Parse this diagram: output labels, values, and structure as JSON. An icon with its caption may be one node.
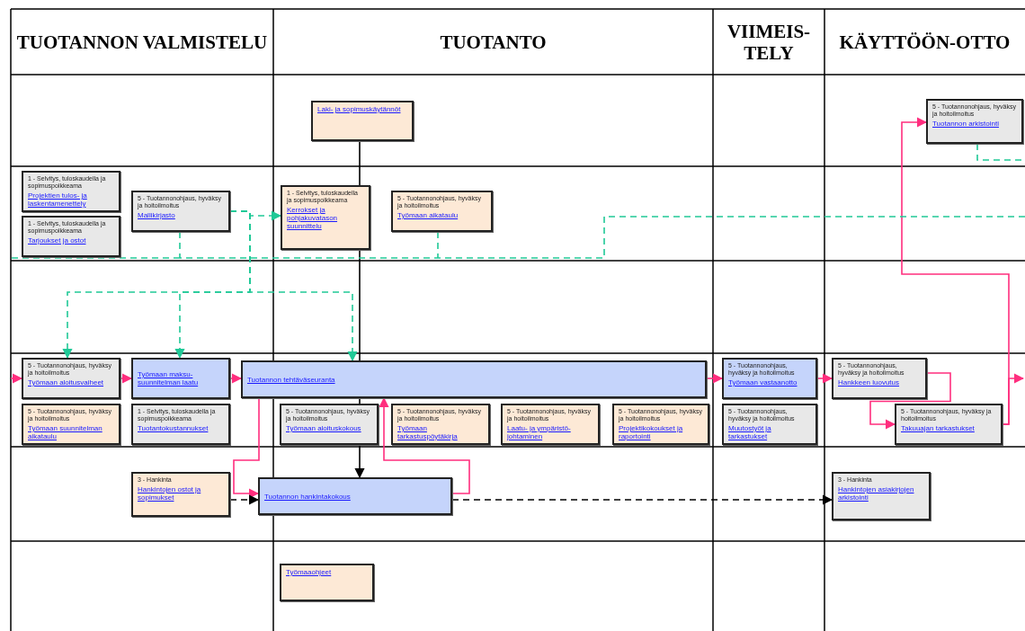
{
  "diagram": {
    "nodes": [
      {
        "text": [
          "Laki- ja sopimuskäytännöt"
        ]
      },
      {
        "text": [
          "1 - Selvitys, tuloskaudella ja sopimuspoikkeama",
          "Projektien tulos- ja laskentamenettely"
        ]
      },
      {
        "text": [
          "1 - Selvitys, tuloskaudella ja sopimuspoikkeama",
          "Tarjoukset ja ostot"
        ]
      },
      {
        "text": [
          "5 - Tuotannonohjaus, hyväksy ja hoitoilmoitus",
          "Mallikirjasto"
        ]
      },
      {
        "text": [
          "1 - Selvitys, tuloskaudella ja sopimuspoikkeama",
          "Kerrokset ja pohjakuvatason suunnittelu"
        ]
      },
      {
        "text": [
          "5 - Tuotannonohjaus, hyväksy ja hoitoilmoitus",
          "Työmaan aikataulu"
        ]
      },
      {
        "text": [
          "5 - Tuotannonohjaus, hyväksy ja hoitoilmoitus",
          "Tuotannon arkistointi"
        ]
      },
      {
        "text": [
          "5 - Tuotannonohjaus, hyväksy ja hoitoilmoitus",
          "Työmaan aloitusvaiheet"
        ]
      },
      {
        "text": [
          "Työmaan maksu- suunnitelman laatu"
        ]
      },
      {
        "text": [
          "Tuotannon tehtäväseuranta"
        ]
      },
      {
        "text": [
          "5 - Tuotannonohjaus, hyväksy ja hoitoilmoitus",
          "Työmaan vastaanotto"
        ]
      },
      {
        "text": [
          "5 - Tuotannonohjaus, hyväksy ja hoitoilmoitus",
          "Hankkeen luovutus"
        ]
      },
      {
        "text": [
          "5 - Tuotannonohjaus, hyväksy ja hoitoilmoitus",
          "Työmaan suunnitelman aikataulu"
        ]
      },
      {
        "text": [
          "1 - Selvitys, tuloskaudella ja sopimuspoikkeama",
          "Tuotantokustannukset"
        ]
      },
      {
        "text": [
          "5 - Tuotannonohjaus, hyväksy ja hoitoilmoitus",
          "Työmaan aloituskokous"
        ]
      },
      {
        "text": [
          "5 - Tuotannonohjaus, hyväksy ja hoitoilmoitus",
          "Työmaan tarkastuspöytäkirja"
        ]
      },
      {
        "text": [
          "5 - Tuotannonohjaus, hyväksy ja hoitoilmoitus",
          "Laatu- ja ympäristö- johtaminen"
        ]
      },
      {
        "text": [
          "5 - Tuotannonohjaus, hyväksy ja hoitoilmoitus",
          "Projektikokoukset ja raportointi"
        ]
      },
      {
        "text": [
          "5 - Tuotannonohjaus, hyväksy ja hoitoilmoitus",
          "Muutostyöt ja tarkastukset"
        ]
      },
      {
        "text": [
          "5 - Tuotannonohjaus, hyväksy ja hoitoilmoitus",
          "Takuuajan tarkastukset"
        ]
      },
      {
        "text": [
          "3 - Hankinta",
          "Hankintojen ostot ja sopimukset"
        ]
      },
      {
        "text": [
          "Tuotannon hankintakokous"
        ]
      },
      {
        "text": [
          "3 - Hankinta",
          "Hankintojen asiakirjojen arkistointi"
        ]
      },
      {
        "text": [
          "Työmaaohjeet"
        ]
      }
    ],
    "edges": [
      {
        "from": null,
        "to": 7,
        "arrow": "to"
      },
      {
        "from": 7,
        "to": 8,
        "arrow": "to"
      },
      {
        "from": 8,
        "to": 9,
        "arrow": "to"
      },
      {
        "from": 9,
        "to": 10,
        "arrow": "to"
      },
      {
        "from": 10,
        "to": 11,
        "arrow": "to"
      },
      {
        "from": 11,
        "to": 19,
        "arrow": "to"
      },
      {
        "from": 19,
        "to": 6,
        "arrow": "to"
      },
      {
        "from": 19,
        "to": null,
        "arrow": "to"
      },
      {
        "from": 9,
        "to": 21,
        "arrow": "to"
      },
      {
        "from": 21,
        "to": 9,
        "arrow": "to"
      },
      {
        "from": 0,
        "to": 4,
        "arrow": "none",
        "color": "#000000"
      },
      {
        "from": 4,
        "to": 9,
        "arrow": "none",
        "color": "#000000"
      },
      {
        "from": 9,
        "to": 14,
        "arrow": "none",
        "color": "#000000"
      },
      {
        "from": 14,
        "to": 21,
        "arrow": "to",
        "color": "#000000"
      },
      {
        "from": 20,
        "to": 21,
        "arrow": "to",
        "style": "dashed",
        "color": "#000000"
      },
      {
        "from": 21,
        "to": 22,
        "arrow": "to",
        "style": "dashed",
        "color": "#000000"
      },
      {
        "from": 3,
        "to": 4,
        "arrow": "to",
        "style": "dashed",
        "color": "#20c997"
      },
      {
        "from": 3,
        "to": 7,
        "arrow": "to",
        "style": "dashed",
        "color": "#20c997"
      },
      {
        "from": 3,
        "to": 8,
        "arrow": "to",
        "style": "dashed",
        "color": "#20c997"
      },
      {
        "from": 3,
        "to": 9,
        "arrow": "to",
        "style": "dashed",
        "color": "#20c997"
      },
      {
        "from": 3,
        "to": null,
        "arrow": "none",
        "style": "dashed",
        "color": "#20c997"
      },
      {
        "from": 5,
        "to": null,
        "arrow": "none",
        "style": "dashed",
        "color": "#20c997"
      },
      {
        "from": 6,
        "to": null,
        "arrow": "none",
        "style": "dashed",
        "color": "#20c997"
      }
    ],
    "labels": [
      "TUOTANNON VALMISTELU",
      "TUOTANTO",
      "VIIMEIS-TELY",
      "KÄYTTÖÖN-OTTO"
    ]
  }
}
